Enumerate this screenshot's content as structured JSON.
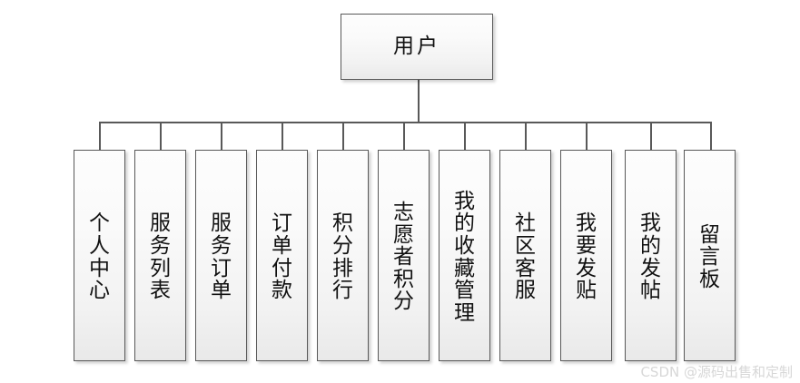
{
  "diagram": {
    "type": "tree",
    "title": "用户",
    "root": {
      "label": "用户",
      "orientation": "horizontal"
    },
    "children": [
      {
        "label": "个人中心"
      },
      {
        "label": "服务列表"
      },
      {
        "label": "服务订单"
      },
      {
        "label": "订单付款"
      },
      {
        "label": "积分排行"
      },
      {
        "label": "志愿者积分"
      },
      {
        "label": "我的收藏管理"
      },
      {
        "label": "社区客服"
      },
      {
        "label": "我要发贴"
      },
      {
        "label": "我的发帖"
      },
      {
        "label": "留言板"
      }
    ],
    "colors": {
      "background": "#ffffff",
      "node_border": "#595959",
      "node_fill_top": "#fdfdfd",
      "node_fill_bottom": "#e9e9e9",
      "connector": "#595959",
      "text": "#111111",
      "watermark": "#d7d7d7"
    }
  },
  "watermark": {
    "text": "CSDN @源码出售和定制"
  }
}
